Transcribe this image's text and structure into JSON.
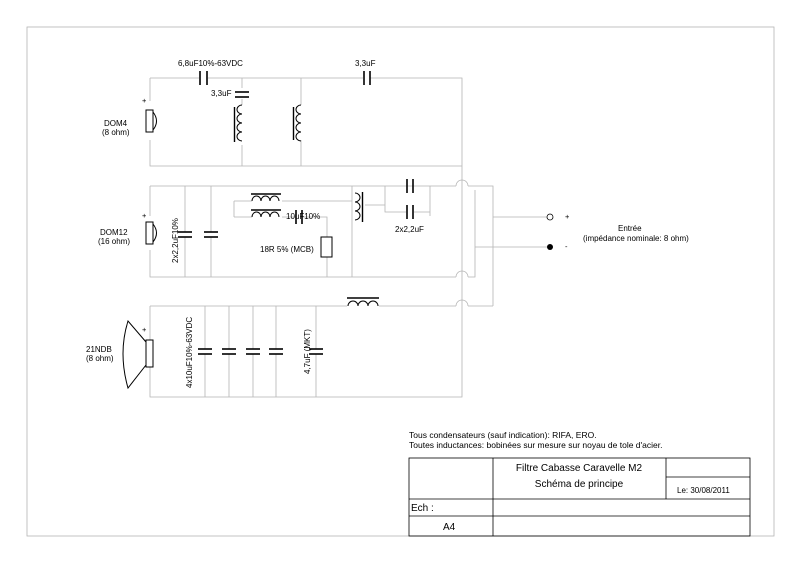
{
  "labels": {
    "cap_top_left": "6,8uF10%-63VDC",
    "cap_top_right": "3,3uF",
    "cap_top_small": "3,3uF",
    "dom4_name": "DOM4",
    "dom4_imp": "(8 ohm)",
    "dom12_name": "DOM12",
    "dom12_imp": "(16 ohm)",
    "cap_mid_pair": "2x2,2uF10%",
    "cap_mid_small": "10uF10%",
    "resistor": "18R 5% (MCB)",
    "cap_mid_right": "2x2,2uF",
    "ndb_name": "21NDB",
    "ndb_imp": "(8 ohm)",
    "cap_bottom_bank": "4x10uF10%-63VDC",
    "cap_bottom_mkt": "4,7uF (MKT)",
    "plus": "+",
    "minus": "-",
    "input_title": "Entrée",
    "input_sub": "(impédance nominale: 8 ohm)"
  },
  "notes": {
    "line1": "Tous condensateurs (sauf indication): RIFA, ERO.",
    "line2": "Toutes inductances: bobinées sur mesure sur noyau de tole d'acier."
  },
  "title_block": {
    "title": "Filtre Cabasse Caravelle M2",
    "subtitle": "Schéma de principe",
    "date": "Le: 30/08/2011",
    "scale": "Ech :",
    "format": "A4"
  }
}
